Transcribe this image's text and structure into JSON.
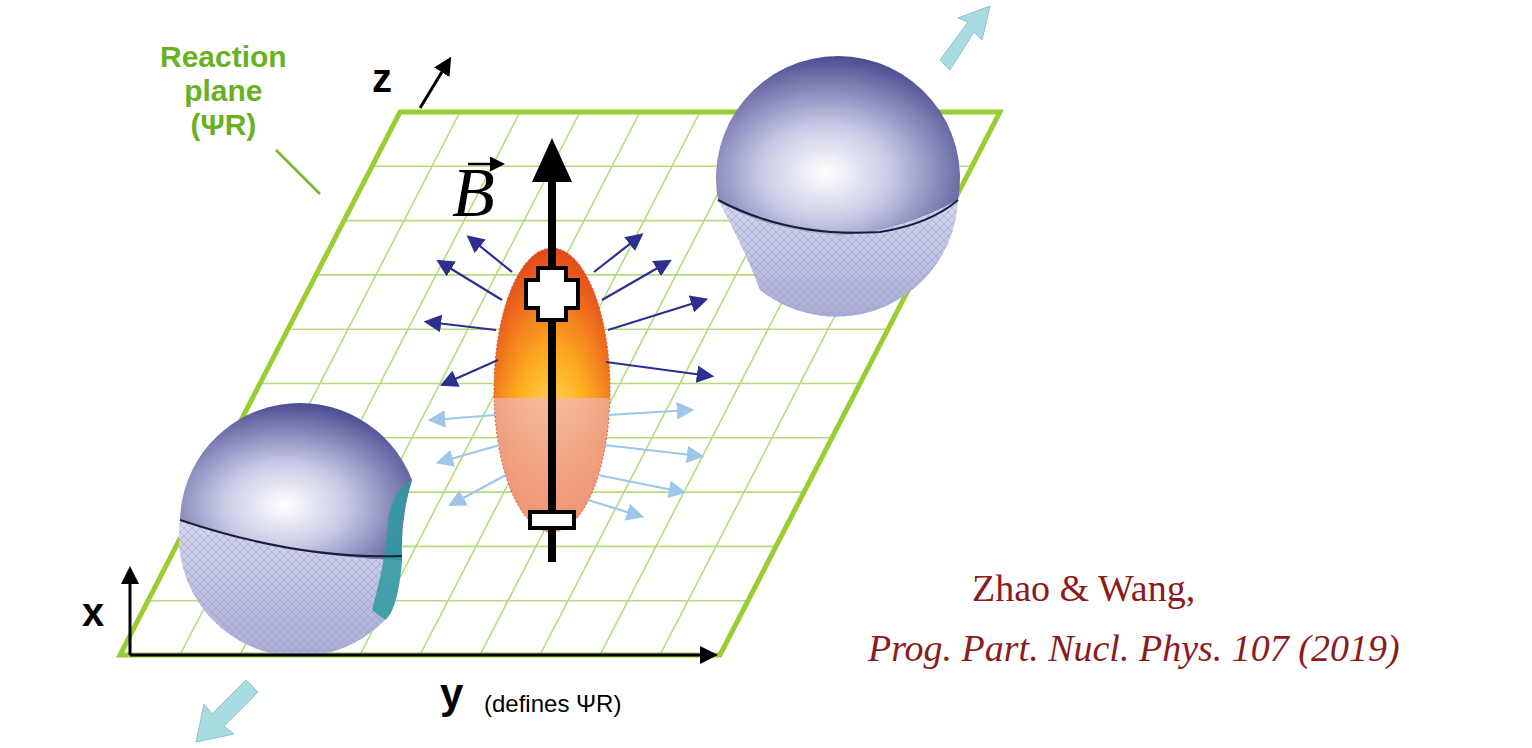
{
  "diagram": {
    "labels": [
      "Reaction plane (ΨR)",
      "z",
      "B",
      "x",
      "y",
      "(defines ΨR)",
      "Zhao & Wang,",
      "Prog. Part. Nucl. Phys. 107 (2019)"
    ]
  }
}
